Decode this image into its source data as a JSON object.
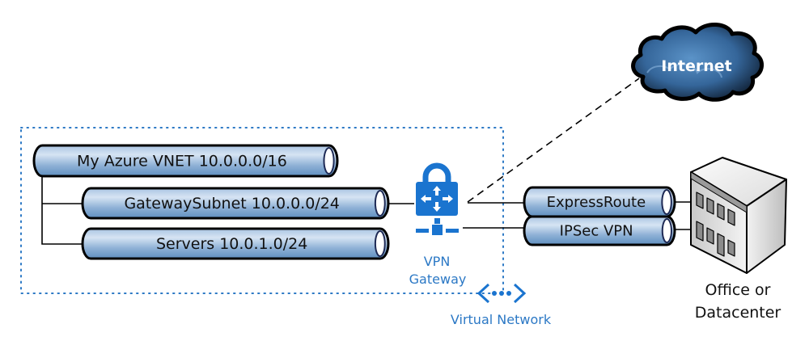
{
  "diagram": {
    "virtual_network_label": "Virtual Network",
    "vpn_gateway_label_line1": "VPN",
    "vpn_gateway_label_line2": "Gateway",
    "internet_label": "Internet",
    "office_label_line1": "Office or",
    "office_label_line2": "Datacenter",
    "vnet_pipe": {
      "name": "My Azure VNET",
      "cidr": "10.0.0.0/16",
      "label": "My Azure VNET 10.0.0.0/16"
    },
    "subnets": [
      {
        "name": "GatewaySubnet",
        "cidr": "10.0.0.0/24",
        "label": "GatewaySubnet 10.0.0.0/24"
      },
      {
        "name": "Servers",
        "cidr": "10.0.1.0/24",
        "label": "Servers 10.0.1.0/24"
      }
    ],
    "connections": [
      {
        "label": "ExpressRoute"
      },
      {
        "label": "IPSec VPN"
      }
    ],
    "icons": {
      "gateway": "vpn-gateway-lock-icon",
      "vnet": "virtual-network-icon",
      "cloud": "internet-cloud-icon",
      "building": "office-building-icon"
    },
    "colors": {
      "azure_blue": "#1a74cf",
      "label_blue": "#2b78c5",
      "pipe_light": "#c6d9ee",
      "pipe_dark": "#5f8fc0",
      "cloud_dark": "#0f2238",
      "cloud_light": "#4e86bd"
    }
  }
}
